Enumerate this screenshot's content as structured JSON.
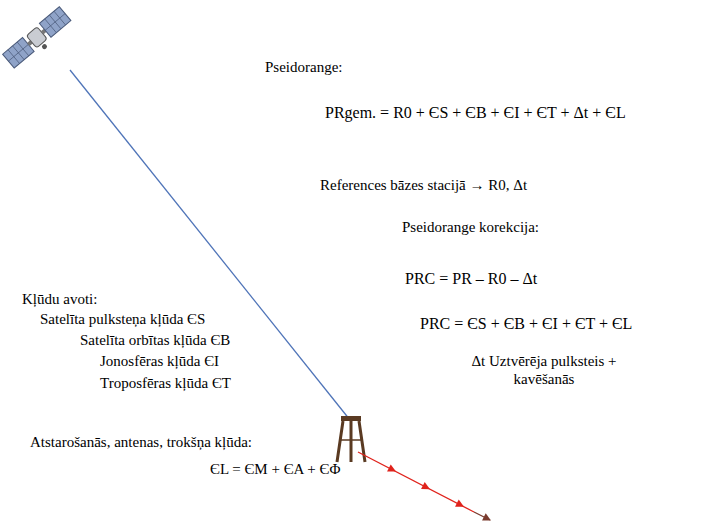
{
  "diagram": {
    "labels": [
      "Pseidorange:",
      "PRgem. = R0 + ЄS + ЄB + ЄI + ЄT + Δt + ЄL",
      "References bāzes stacijā → R0, Δt",
      "Pseidorange korekcija:",
      "PRC = PR – R0 – Δt",
      "PRC = ЄS + ЄB + ЄI + ЄT + ЄL",
      "Δt Uztvērēja pulksteis + kavēšanās",
      "Kļūdu avoti:",
      "Satelīta pulksteņa kļūda ЄS",
      "Satelīta orbītas kļūda ЄB",
      "Jonosfēras kļūda ЄI",
      "Troposfēras kļūda ЄT",
      "Atstarošanās, antenas, trokšņa kļūda:",
      "ЄL = ЄM + ЄA + ЄΦ"
    ]
  }
}
